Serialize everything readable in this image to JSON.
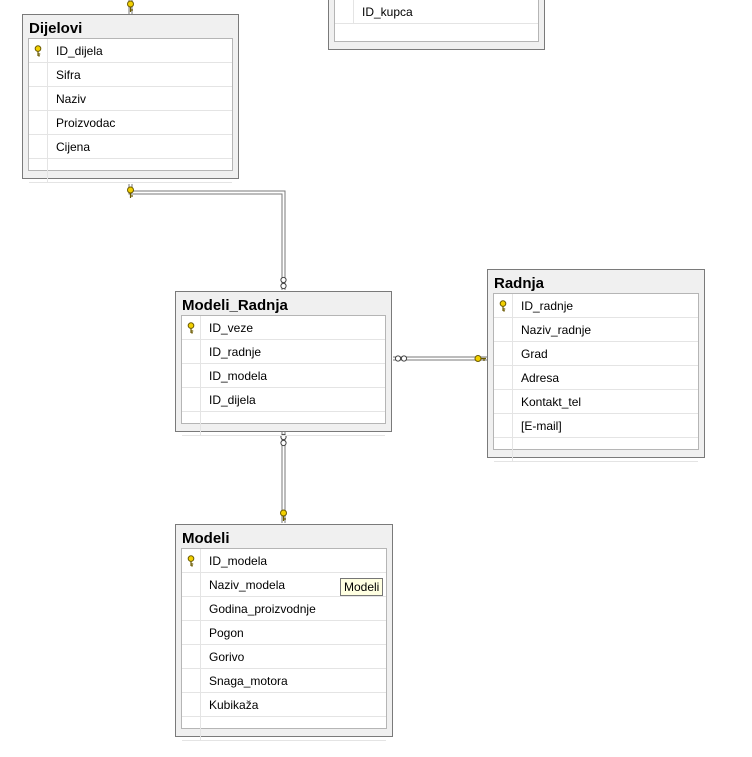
{
  "colors": {
    "key": "#f2d000",
    "frame": "#7a7a7a",
    "header": "#f0f0f0"
  },
  "tables": {
    "top": {
      "columns": [
        "ID_kupca"
      ]
    },
    "dijelovi": {
      "title": "Dijelovi",
      "columns": [
        "ID_dijela",
        "Sifra",
        "Naziv",
        "Proizvodac",
        "Cijena"
      ],
      "key_index": 0
    },
    "modeli_radnja": {
      "title": "Modeli_Radnja",
      "columns": [
        "ID_veze",
        "ID_radnje",
        "ID_modela",
        "ID_dijela"
      ],
      "key_index": 0
    },
    "radnja": {
      "title": "Radnja",
      "columns": [
        "ID_radnje",
        "Naziv_radnje",
        "Grad",
        "Adresa",
        "Kontakt_tel",
        "[E-mail]"
      ],
      "key_index": 0
    },
    "modeli": {
      "title": "Modeli",
      "columns": [
        "ID_modela",
        "Naziv_modela",
        "Godina_proizvodnje",
        "Pogon",
        "Gorivo",
        "Snaga_motora",
        "Kubikaža"
      ],
      "key_index": 0
    }
  },
  "tooltip": {
    "text": "Modeli"
  }
}
